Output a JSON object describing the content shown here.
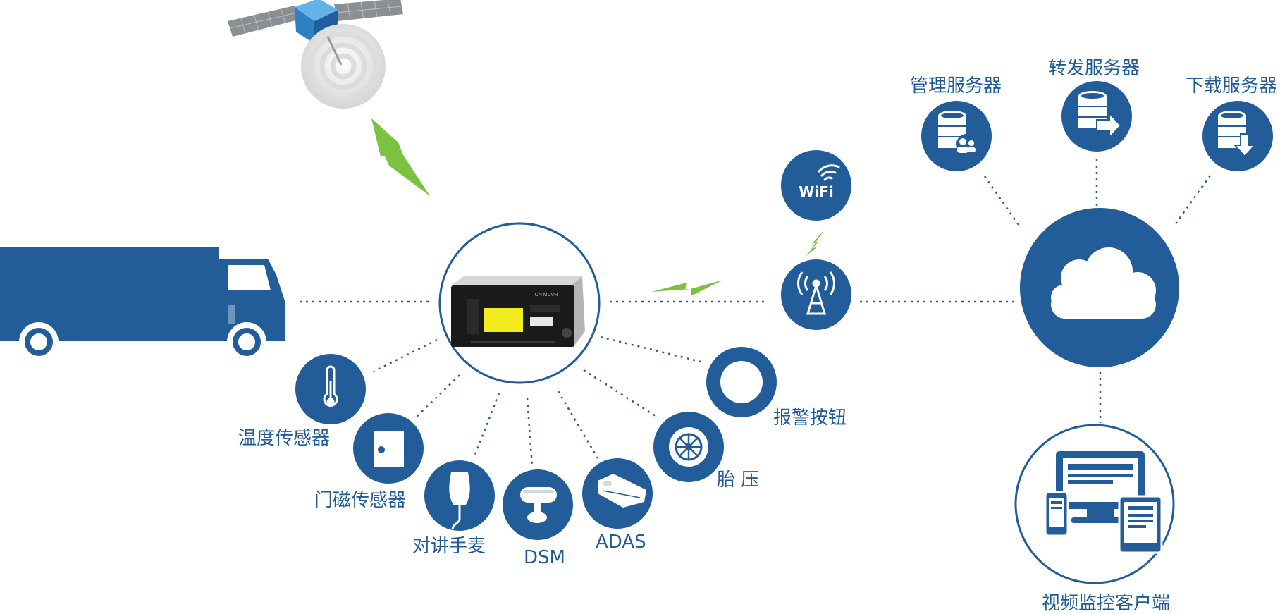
{
  "colors": {
    "primary": "#225d9a",
    "line": "#2a5f9c",
    "lightning": "#7cc242",
    "screen": "#f2ec1f",
    "satellite_body": "#3f8fd0"
  },
  "icons": {
    "satellite": "satellite-icon",
    "truck": "truck-icon",
    "device": "mdvr-device-icon",
    "wifi": "wifi-icon",
    "tower": "signal-tower-icon",
    "cloud": "cloud-icon",
    "server_manage": "database-users-icon",
    "server_forward": "database-forward-icon",
    "server_download": "database-download-icon",
    "clients": "devices-icon",
    "thermometer": "thermometer-icon",
    "door": "door-icon",
    "microphone": "microphone-icon",
    "dsm_camera": "dsm-camera-icon",
    "adas_camera": "adas-camera-icon",
    "tire": "tire-icon",
    "alarm_button": "alarm-button-icon"
  },
  "servers": {
    "management": "管理服务器",
    "forwarding": "转发服务器",
    "download": "下载服务器"
  },
  "client_label": "视频监控客户端",
  "wifi_text": "WiFi",
  "device_screen_text": "CN MDVR",
  "peripherals": {
    "temperature": "温度传感器",
    "door": "门磁传感器",
    "intercom": "对讲手麦",
    "dsm": "DSM",
    "adas": "ADAS",
    "tire": "胎 压",
    "alarm": "报警按钮"
  }
}
